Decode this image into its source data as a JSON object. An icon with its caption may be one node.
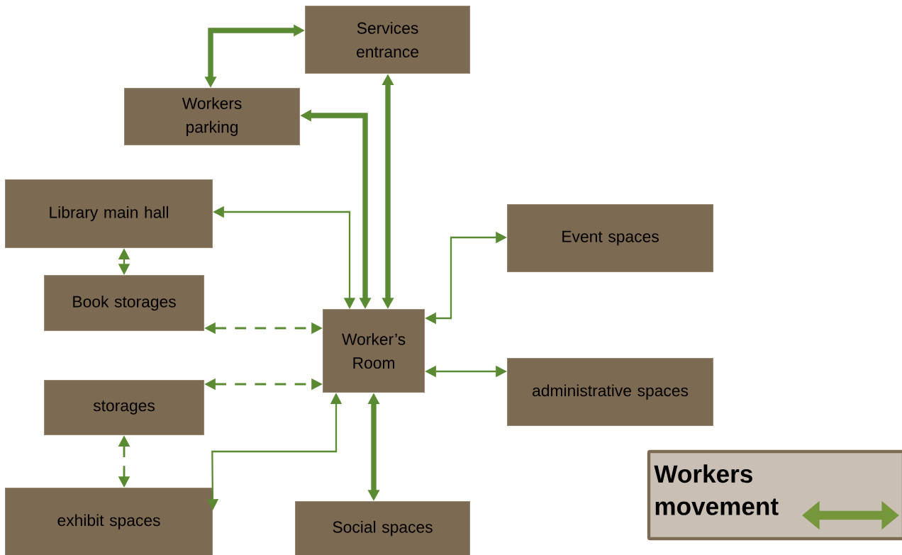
{
  "diagram": {
    "nodes": [
      {
        "text": [
          "Services entrance"
        ]
      },
      {
        "text": [
          "Workers parking"
        ]
      },
      {
        "text": [
          "Library main hall"
        ]
      },
      {
        "text": [
          "Event spaces"
        ]
      },
      {
        "text": [
          "Book storages"
        ]
      },
      {
        "text": [
          "Worker’s Room"
        ]
      },
      {
        "text": [
          "administrative spaces"
        ]
      },
      {
        "text": [
          "storages"
        ]
      },
      {
        "text": [
          "exhibit spaces"
        ]
      },
      {
        "text": [
          "Social spaces"
        ]
      }
    ],
    "edges": [
      {
        "from": 1,
        "to": 0,
        "arrow": "both",
        "style": "thick"
      },
      {
        "from": 5,
        "to": 1,
        "arrow": "both",
        "style": "thick"
      },
      {
        "from": 5,
        "to": 0,
        "arrow": "both",
        "style": "thick"
      },
      {
        "from": 2,
        "to": 5,
        "arrow": "both"
      },
      {
        "from": 3,
        "to": 5,
        "arrow": "both"
      },
      {
        "from": 4,
        "to": 5,
        "arrow": "both",
        "style": "dashed"
      },
      {
        "from": 7,
        "to": 5,
        "arrow": "both",
        "style": "dashed"
      },
      {
        "from": 5,
        "to": 6,
        "arrow": "both"
      },
      {
        "from": 9,
        "to": 5,
        "arrow": "both",
        "style": "thick"
      },
      {
        "from": 2,
        "to": 4,
        "arrow": "both"
      },
      {
        "from": 7,
        "to": 8,
        "arrow": "both",
        "style": "dashed"
      },
      {
        "from": 8,
        "to": 5,
        "arrow": "both"
      }
    ],
    "legend": [
      {
        "text": "Workers movement"
      }
    ]
  }
}
